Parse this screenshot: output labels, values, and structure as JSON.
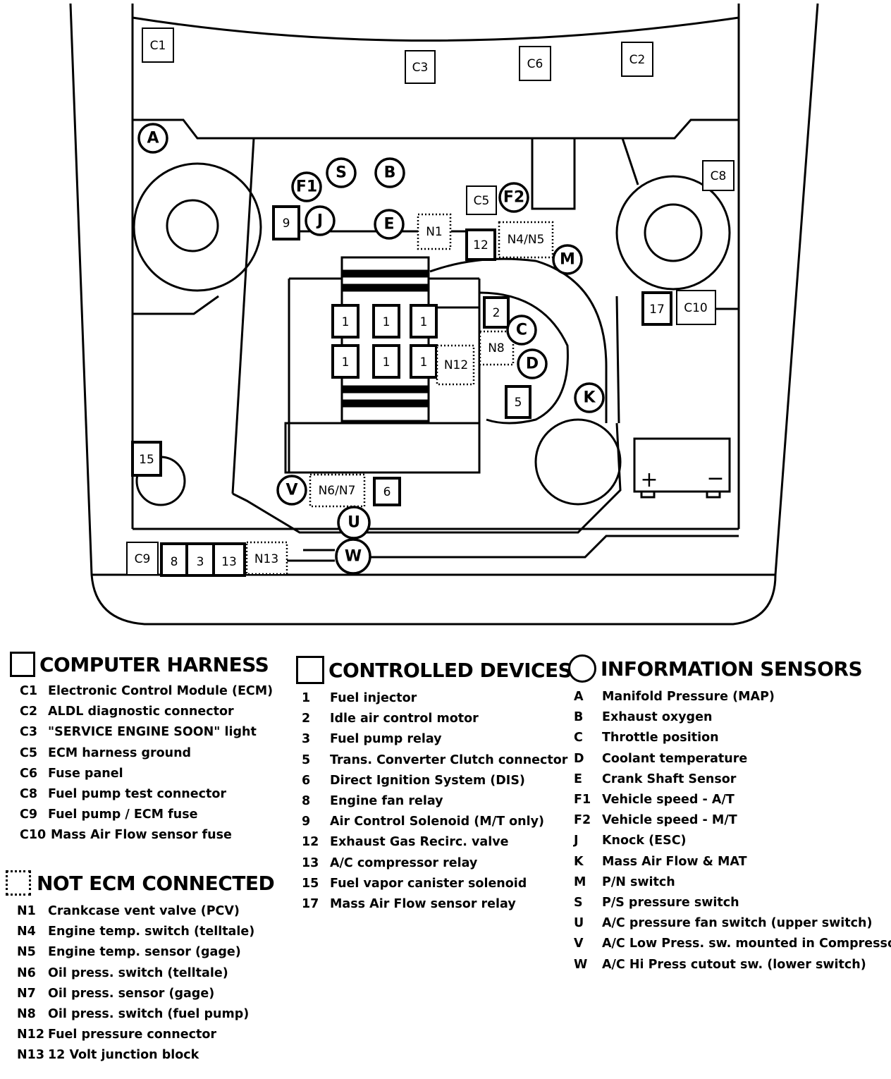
{
  "diagram": {
    "connectors": {
      "c1": "C1",
      "c2": "C2",
      "c3": "C3",
      "c5": "C5",
      "c6": "C6",
      "c8": "C8",
      "c9": "C9",
      "c10": "C10"
    },
    "devices": {
      "d1": "1",
      "d2": "2",
      "d3": "3",
      "d5": "5",
      "d6": "6",
      "d8": "8",
      "d9": "9",
      "d12": "12",
      "d13": "13",
      "d15": "15",
      "d17": "17"
    },
    "non_ecm": {
      "n1": "N1",
      "n4n5": "N4/N5",
      "n6n7": "N6/N7",
      "n8": "N8",
      "n12": "N12",
      "n13": "N13"
    },
    "sensors": {
      "a": "A",
      "b": "B",
      "c": "C",
      "d": "D",
      "e": "E",
      "f1": "F1",
      "f2": "F2",
      "j": "J",
      "k": "K",
      "m": "M",
      "s": "S",
      "u": "U",
      "v": "V",
      "w": "W"
    },
    "battery": {
      "plus": "+",
      "minus": "−"
    }
  },
  "legend": {
    "computer_harness": {
      "title": "COMPUTER HARNESS",
      "items": [
        {
          "code": "C1",
          "text": "Electronic Control Module (ECM)"
        },
        {
          "code": "C2",
          "text": "ALDL diagnostic connector"
        },
        {
          "code": "C3",
          "text": "\"SERVICE ENGINE SOON\" light"
        },
        {
          "code": "C5",
          "text": "ECM harness ground"
        },
        {
          "code": "C6",
          "text": "Fuse panel"
        },
        {
          "code": "C8",
          "text": "Fuel pump test connector"
        },
        {
          "code": "C9",
          "text": "Fuel pump / ECM fuse"
        },
        {
          "code": "C10",
          "text": "Mass Air Flow sensor fuse"
        }
      ]
    },
    "not_ecm_connected": {
      "title": "NOT ECM CONNECTED",
      "items": [
        {
          "code": "N1",
          "text": "Crankcase vent valve (PCV)"
        },
        {
          "code": "N4",
          "text": "Engine temp. switch (telltale)"
        },
        {
          "code": "N5",
          "text": "Engine temp. sensor (gage)"
        },
        {
          "code": "N6",
          "text": "Oil press. switch (telltale)"
        },
        {
          "code": "N7",
          "text": "Oil press. sensor (gage)"
        },
        {
          "code": "N8",
          "text": "Oil press. switch (fuel pump)"
        },
        {
          "code": "N12",
          "text": "Fuel pressure connector"
        },
        {
          "code": "N13",
          "text": "12 Volt junction block"
        }
      ]
    },
    "controlled_devices": {
      "title": "CONTROLLED DEVICES",
      "items": [
        {
          "code": "1",
          "text": "Fuel injector"
        },
        {
          "code": "2",
          "text": "Idle air control motor"
        },
        {
          "code": "3",
          "text": "Fuel pump relay"
        },
        {
          "code": "5",
          "text": "Trans. Converter Clutch connector"
        },
        {
          "code": "6",
          "text": "Direct Ignition System (DIS)"
        },
        {
          "code": "8",
          "text": "Engine fan relay"
        },
        {
          "code": "9",
          "text": "Air Control Solenoid (M/T only)"
        },
        {
          "code": "12",
          "text": "Exhaust Gas Recirc. valve"
        },
        {
          "code": "13",
          "text": "A/C compressor relay"
        },
        {
          "code": "15",
          "text": "Fuel vapor canister solenoid"
        },
        {
          "code": "17",
          "text": "Mass Air Flow sensor relay"
        }
      ]
    },
    "information_sensors": {
      "title": "INFORMATION SENSORS",
      "items": [
        {
          "code": "A",
          "text": "Manifold Pressure (MAP)"
        },
        {
          "code": "B",
          "text": "Exhaust oxygen"
        },
        {
          "code": "C",
          "text": "Throttle position"
        },
        {
          "code": "D",
          "text": "Coolant temperature"
        },
        {
          "code": "E",
          "text": "Crank Shaft Sensor"
        },
        {
          "code": "F1",
          "text": "Vehicle speed - A/T"
        },
        {
          "code": "F2",
          "text": "Vehicle speed - M/T"
        },
        {
          "code": "J",
          "text": "Knock (ESC)"
        },
        {
          "code": "K",
          "text": "Mass Air Flow & MAT"
        },
        {
          "code": "M",
          "text": "P/N switch"
        },
        {
          "code": "S",
          "text": "P/S pressure switch"
        },
        {
          "code": "U",
          "text": "A/C pressure fan switch (upper switch)"
        },
        {
          "code": "V",
          "text": "A/C Low Press. sw. mounted in Compressor"
        },
        {
          "code": "W",
          "text": "A/C Hi Press cutout sw. (lower switch)"
        }
      ]
    }
  }
}
